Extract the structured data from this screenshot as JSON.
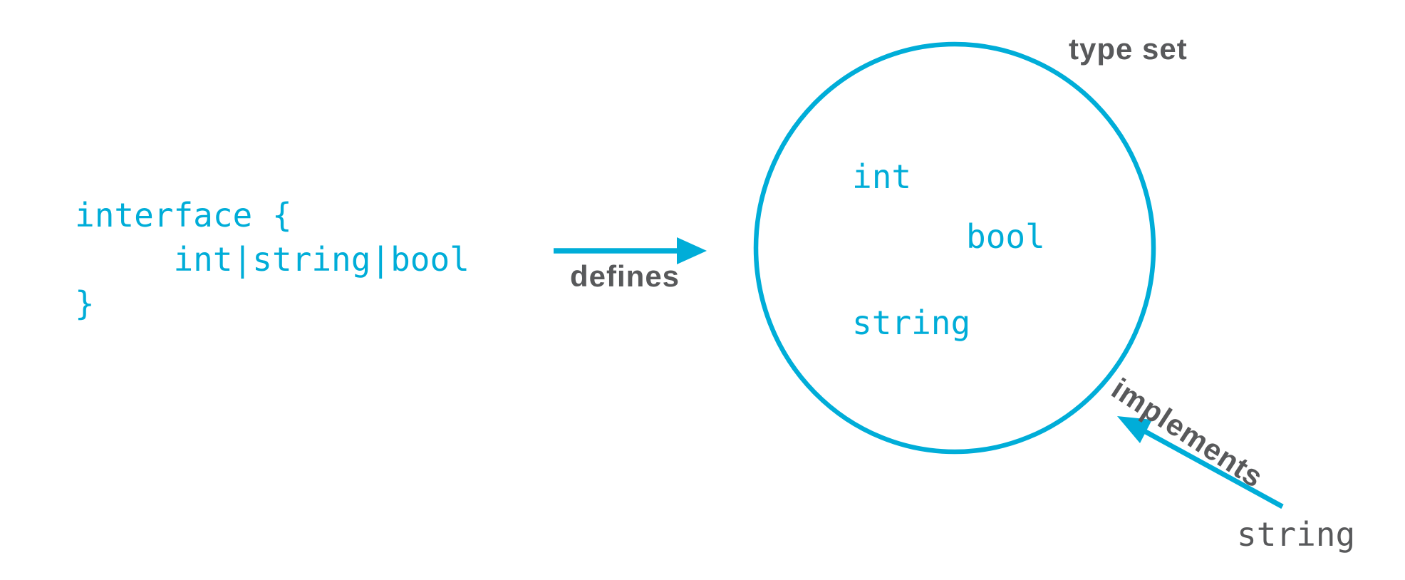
{
  "colors": {
    "accent": "#00ADD8",
    "gray": "#58595B",
    "background": "#FFFFFF"
  },
  "interface_code": {
    "text": "interface {\n     int|string|bool\n}"
  },
  "defines": {
    "label": "defines"
  },
  "type_set": {
    "title": "type set",
    "members": [
      {
        "name": "int"
      },
      {
        "name": "bool"
      },
      {
        "name": "string"
      }
    ]
  },
  "implements": {
    "label": "implements",
    "type_name": "string"
  }
}
